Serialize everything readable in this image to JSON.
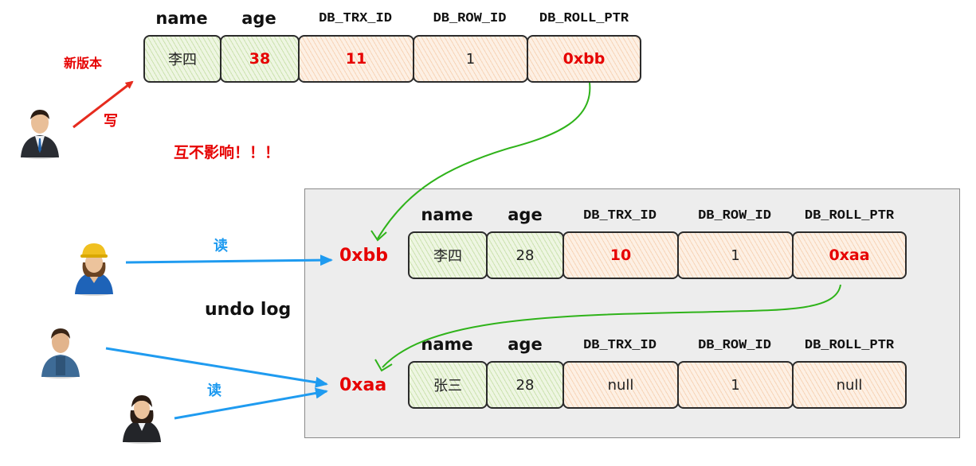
{
  "labels": {
    "new_version": "新版本",
    "write": "写",
    "no_effect": "互不影响！！！",
    "read1": "读",
    "read2": "读",
    "undo_log": "undo log",
    "ptr_bb": "0xbb",
    "ptr_aa": "0xaa"
  },
  "columns": [
    "name",
    "age",
    "DB_TRX_ID",
    "DB_ROW_ID",
    "DB_ROLL_PTR"
  ],
  "rows": [
    {
      "name": "李四",
      "age": "38",
      "trx_id": "11",
      "row_id": "1",
      "roll_ptr": "0xbb"
    },
    {
      "name": "李四",
      "age": "28",
      "trx_id": "10",
      "row_id": "1",
      "roll_ptr": "0xaa"
    },
    {
      "name": "张三",
      "age": "28",
      "trx_id": "null",
      "row_id": "1",
      "roll_ptr": "null"
    }
  ],
  "colors": {
    "red": "#e60000",
    "blue": "#1f9bf0",
    "green": "#2fb31a",
    "panel": "#ededed"
  }
}
